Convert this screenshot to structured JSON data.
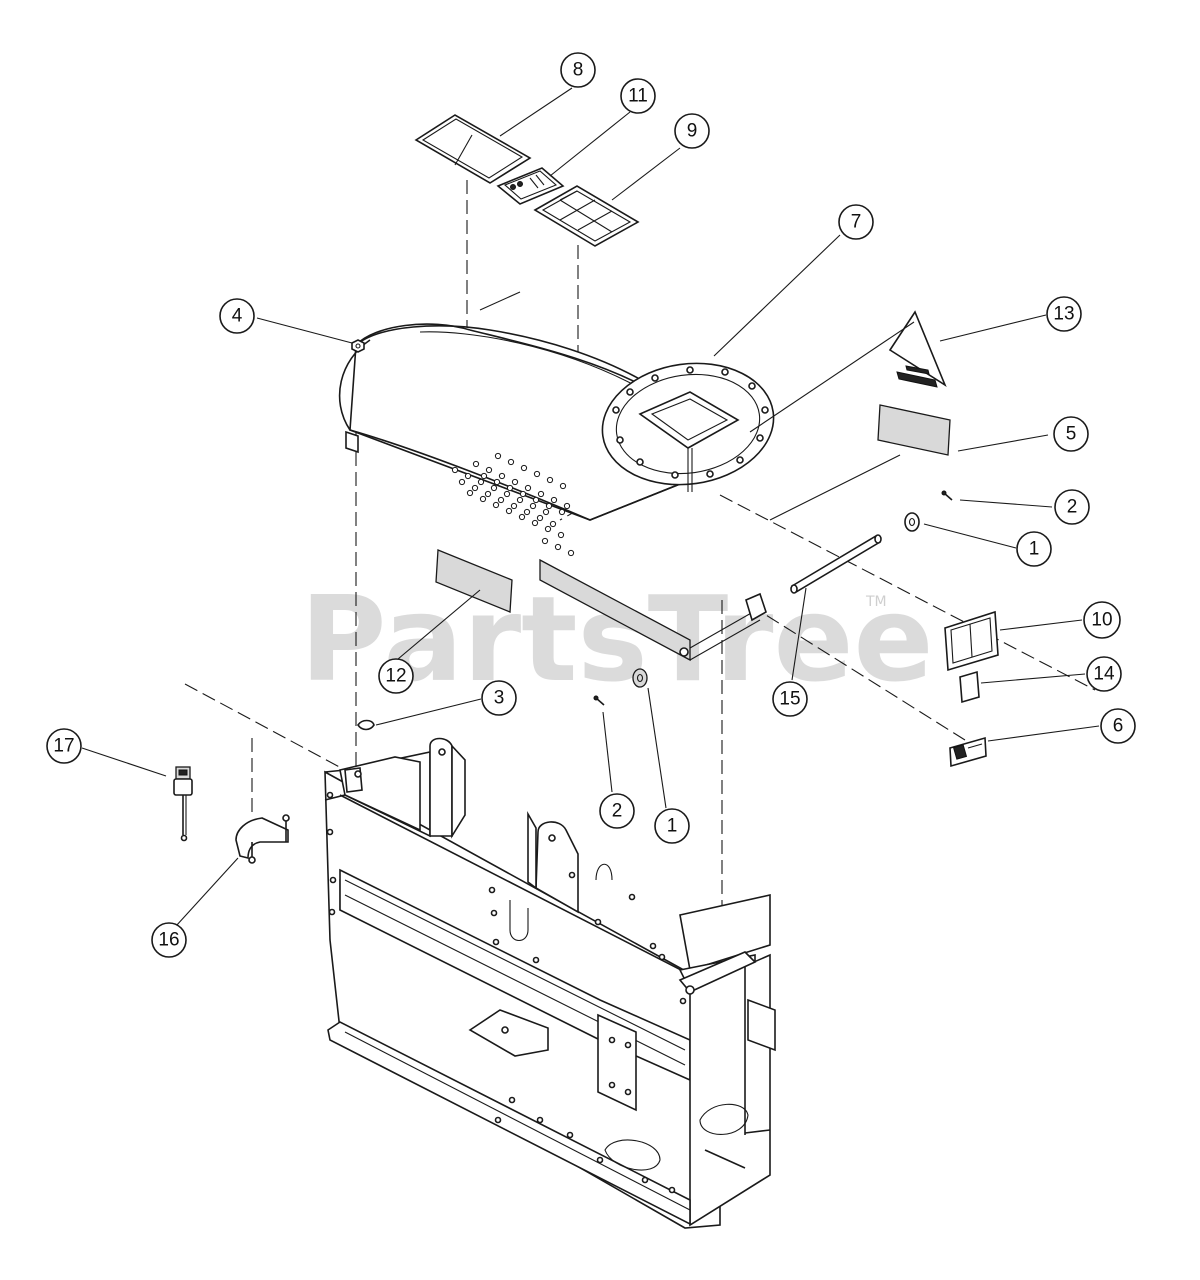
{
  "watermark": {
    "brand": "PartsTree",
    "trademark": "TM"
  },
  "callouts": [
    {
      "id": "c8",
      "label": "8"
    },
    {
      "id": "c11",
      "label": "11"
    },
    {
      "id": "c9",
      "label": "9"
    },
    {
      "id": "c7",
      "label": "7"
    },
    {
      "id": "c4",
      "label": "4"
    },
    {
      "id": "c13",
      "label": "13"
    },
    {
      "id": "c5",
      "label": "5"
    },
    {
      "id": "c2a",
      "label": "2"
    },
    {
      "id": "c1a",
      "label": "1"
    },
    {
      "id": "c10",
      "label": "10"
    },
    {
      "id": "c14",
      "label": "14"
    },
    {
      "id": "c12",
      "label": "12"
    },
    {
      "id": "c15",
      "label": "15"
    },
    {
      "id": "c6",
      "label": "6"
    },
    {
      "id": "c3",
      "label": "3"
    },
    {
      "id": "c17",
      "label": "17"
    },
    {
      "id": "c2b",
      "label": "2"
    },
    {
      "id": "c1b",
      "label": "1"
    },
    {
      "id": "c16",
      "label": "16"
    }
  ]
}
